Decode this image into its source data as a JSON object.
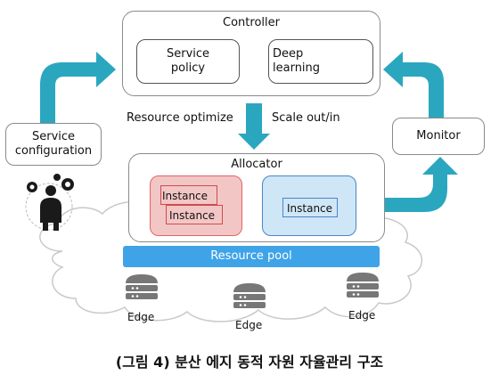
{
  "controller": {
    "title": "Controller",
    "service_policy": "Service\npolicy",
    "deep_learning": "Deep\nlearning"
  },
  "labels": {
    "resource_optimize": "Resource optimize",
    "scale_out": "Scale out/in"
  },
  "service_configuration": "Service\nconfiguration",
  "monitor": "Monitor",
  "allocator": {
    "title": "Allocator",
    "instance_a1": "Instance",
    "instance_a2": "Instance",
    "instance_b": "Instance",
    "resource_pool": "Resource pool"
  },
  "edges": [
    "Edge",
    "Edge",
    "Edge"
  ],
  "caption": "(그림 4) 분산 에지 동적 자원 자율관리 구조",
  "colors": {
    "arrow": "#2aa7bf",
    "pool": "#3fa3e8",
    "instance_red_fill": "#f3c6c6",
    "instance_red_border": "#e06464",
    "instance_blue_fill": "#cfe6f7",
    "instance_blue_border": "#4a86c8"
  }
}
